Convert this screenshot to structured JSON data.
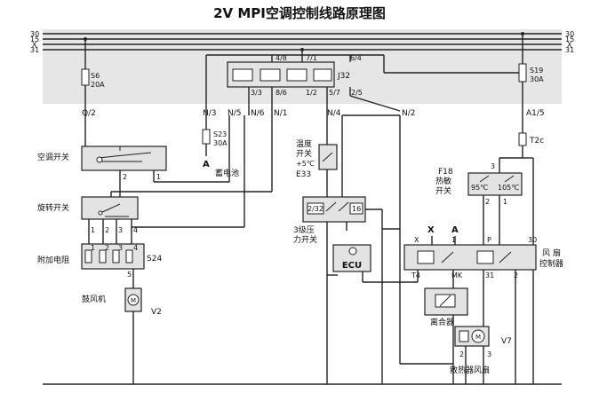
{
  "title": "2V MPI空调控制线路原理图",
  "bus_lines": {
    "left": [
      "30",
      "15",
      "X",
      "31"
    ],
    "right": [
      "30",
      "15",
      "X",
      "31"
    ]
  },
  "fuses": {
    "s6": {
      "name": "S6",
      "rating": "20A"
    },
    "s19": {
      "name": "S19",
      "rating": "30A"
    },
    "s23": {
      "name": "S23",
      "rating": "30A"
    }
  },
  "relay_j32": {
    "name": "J32",
    "pins_top": [
      "4/8",
      "7/1",
      "6/4"
    ],
    "pins_bottom": [
      "3/3",
      "8/6",
      "1/2",
      "5/7",
      "2/5"
    ]
  },
  "connectors": {
    "q2": "Q/2",
    "n3": "N/3",
    "n5": "N/5",
    "n6": "N/6",
    "n1": "N/1",
    "n4": "N/4",
    "n2": "N/2",
    "a15": "A1/5",
    "t2c": "T2c"
  },
  "battery": {
    "pin": "A",
    "label": "蓄电池"
  },
  "ac_switch": {
    "label": "空调开关",
    "pins": [
      "2",
      "1"
    ]
  },
  "rotary_switch": {
    "label": "旋转开关",
    "pins": [
      "1",
      "2",
      "3",
      "4"
    ]
  },
  "resistor": {
    "label": "附加电阻",
    "name": "S24",
    "pins": [
      "1",
      "2",
      "3",
      "4"
    ],
    "out_pin": "5"
  },
  "blower": {
    "label": "鼓风机",
    "name": "V2"
  },
  "temp_switch": {
    "label": "温度开关",
    "temp": "+5℃",
    "name": "E33"
  },
  "pressure_switch": {
    "label": "3级压力开关",
    "pins": [
      "2/32",
      "16"
    ]
  },
  "ecu": {
    "label": "ECU"
  },
  "thermo_switch": {
    "label": "热敏开关",
    "name": "F18",
    "pin_top": "3",
    "temps": [
      "95℃",
      "105℃"
    ],
    "pins_bottom": [
      "2",
      "1"
    ]
  },
  "fan_control": {
    "label": "风扇控制器",
    "pins_top": [
      "X",
      "1",
      "P",
      "30"
    ],
    "labels_above": [
      "X",
      "A"
    ],
    "pins_bottom": [
      "T4",
      "MK",
      "31",
      "2"
    ]
  },
  "clutch": {
    "label": "离合器"
  },
  "fan_motor": {
    "label": "散热器风扇",
    "name": "V7",
    "pins": [
      "2",
      "3"
    ]
  }
}
